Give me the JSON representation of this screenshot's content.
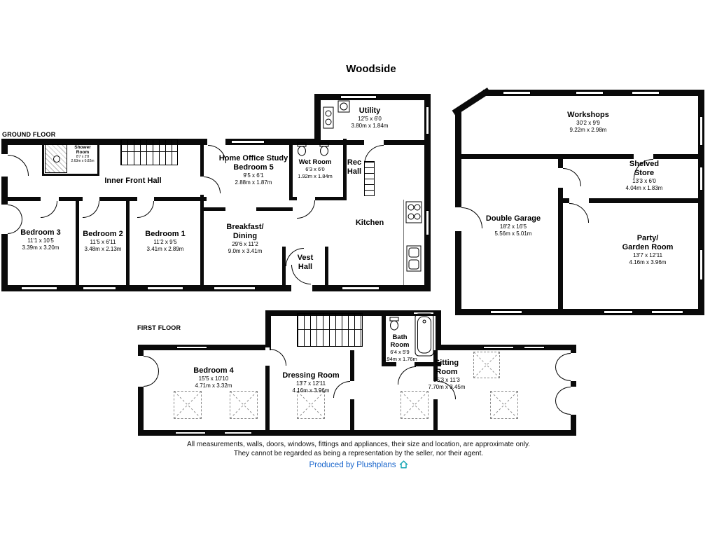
{
  "title": "Woodside",
  "ground_floor_label": "GROUND FLOOR",
  "first_floor_label": "FIRST FLOOR",
  "rooms": {
    "shower": {
      "name": "Shower Room",
      "dims": "8'7 x 2'8",
      "metric": "2.63m x 0.82m"
    },
    "inner_hall": {
      "name": "Inner Front Hall"
    },
    "bedroom3": {
      "name": "Bedroom 3",
      "dims": "11'1 x 10'5",
      "metric": "3.39m x 3.20m"
    },
    "bedroom2": {
      "name": "Bedroom 2",
      "dims": "11'5 x 6'11",
      "metric": "3.48m x 2.13m"
    },
    "bedroom1": {
      "name": "Bedroom 1",
      "dims": "11'2 x 9'5",
      "metric": "3.41m x 2.89m"
    },
    "office": {
      "name": "Home Office Study",
      "name2": "Bedroom 5",
      "dims": "9'5 x 6'1",
      "metric": "2.88m x 1.87m"
    },
    "breakfast": {
      "name": "Breakfast/",
      "name2": "Dining",
      "dims": "29'6 x 11'2",
      "metric": "9.0m x 3.41m"
    },
    "wet_room": {
      "name": "Wet Room",
      "dims": "6'3 x 6'0",
      "metric": "1.92m x 1.84m"
    },
    "rec_hall": {
      "name": "Rec",
      "name2": "Hall"
    },
    "utility": {
      "name": "Utility",
      "dims": "12'5 x 6'0",
      "metric": "3.80m x 1.84m"
    },
    "kitchen": {
      "name": "Kitchen"
    },
    "vest_hall": {
      "name": "Vest",
      "name2": "Hall"
    },
    "workshops": {
      "name": "Workshops",
      "dims": "30'2 x 9'9",
      "metric": "9.22m x 2.98m"
    },
    "shelved_store": {
      "name": "Shelved",
      "name2": "Store",
      "dims": "13'3 x 6'0",
      "metric": "4.04m x 1.83m"
    },
    "double_garage": {
      "name": "Double Garage",
      "dims": "18'2 x 16'5",
      "metric": "5.56m x 5.01m"
    },
    "party_room": {
      "name": "Party/",
      "name2": "Garden Room",
      "dims": "13'7 x 12'11",
      "metric": "4.16m x 3.96m"
    },
    "bedroom4": {
      "name": "Bedroom 4",
      "dims": "15'5 x 10'10",
      "metric": "4.71m x 3.32m"
    },
    "dressing": {
      "name": "Dressing Room",
      "dims": "13'7 x 12'11",
      "metric": "4.16m x 3.96m"
    },
    "bath": {
      "name": "Bath",
      "name2": "Room",
      "dims": "6'4 x 5'9",
      "metric": "1.94m x 1.76m"
    },
    "sitting": {
      "name": "Sitting",
      "name2": "Room",
      "dims": "25'3 x 11'3",
      "metric": "7.70m x 3.45m"
    }
  },
  "footer": {
    "line1": "All measurements, walls, doors, windows, fittings and appliances, their size and location, are approximate only.",
    "line2": "They cannot be regarded as being a representation by the seller, nor their agent.",
    "produced_by": "Produced by Plushplans"
  },
  "colors": {
    "wall": "#000000",
    "produced_link": "#1a66cc",
    "logo_teal": "#18a7b5"
  }
}
